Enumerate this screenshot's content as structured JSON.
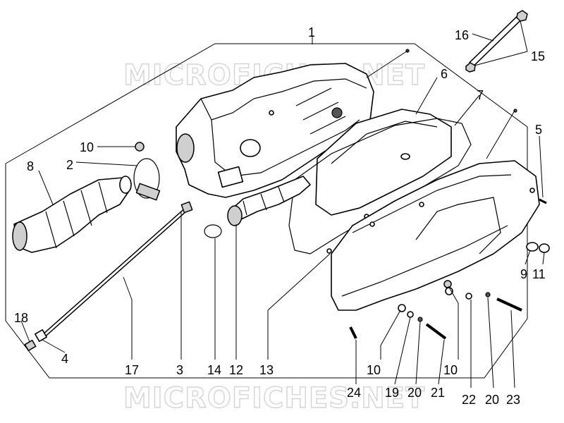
{
  "watermark": {
    "text": "MICROFICHES.NET"
  },
  "callouts": {
    "c1": "1",
    "c2": "2",
    "c3": "3",
    "c4": "4",
    "c5": "5",
    "c6": "6",
    "c7": "7",
    "c8": "8",
    "c9": "9",
    "c10a": "10",
    "c10b": "10",
    "c10c": "10",
    "c11": "11",
    "c12": "12",
    "c13": "13",
    "c14": "14",
    "c15": "15",
    "c16": "16",
    "c17": "17",
    "c18": "18",
    "c19": "19",
    "c20a": "20",
    "c20b": "20",
    "c21": "21",
    "c22": "22",
    "c23": "23",
    "c24": "24"
  }
}
